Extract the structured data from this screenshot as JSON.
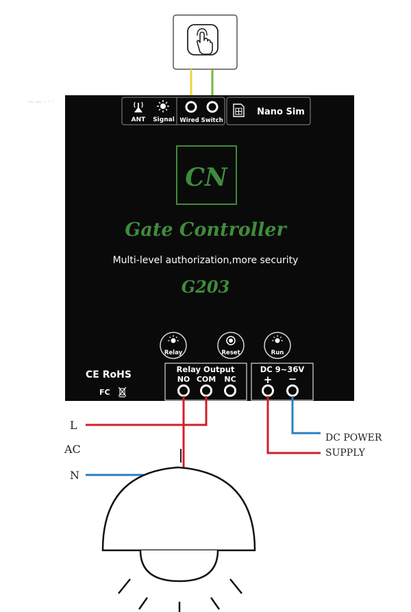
{
  "device": {
    "logo": "CN",
    "title": "Gate Controller",
    "tagline": "Multi-level authorization,more security",
    "model": "G203",
    "top_bar": {
      "ant": "ANT",
      "signal": "Signal",
      "wired_switch": "Wired Switch",
      "nano_sim": "Nano Sim"
    },
    "indicators": {
      "relay": "Relay",
      "reset": "Reset",
      "run": "Run"
    },
    "relay_output": {
      "title": "Relay Output",
      "no": "NO",
      "com": "COM",
      "nc": "NC"
    },
    "dc": {
      "title": "DC 9~36V",
      "plus": "+",
      "minus": "−"
    },
    "certs": {
      "ce_rohs": "CE RoHS",
      "fc": "FC"
    }
  },
  "wiring": {
    "l": "L",
    "ac": "AC",
    "n": "N",
    "dc_power": "DC POWER",
    "supply": "SUPPLY"
  },
  "colors": {
    "live_wire": "#d21f26",
    "neutral_wire": "#2b7fc1",
    "switch_yellow": "#e8d83a",
    "switch_green": "#74b83f",
    "brand_green": "#3f8c3c"
  }
}
